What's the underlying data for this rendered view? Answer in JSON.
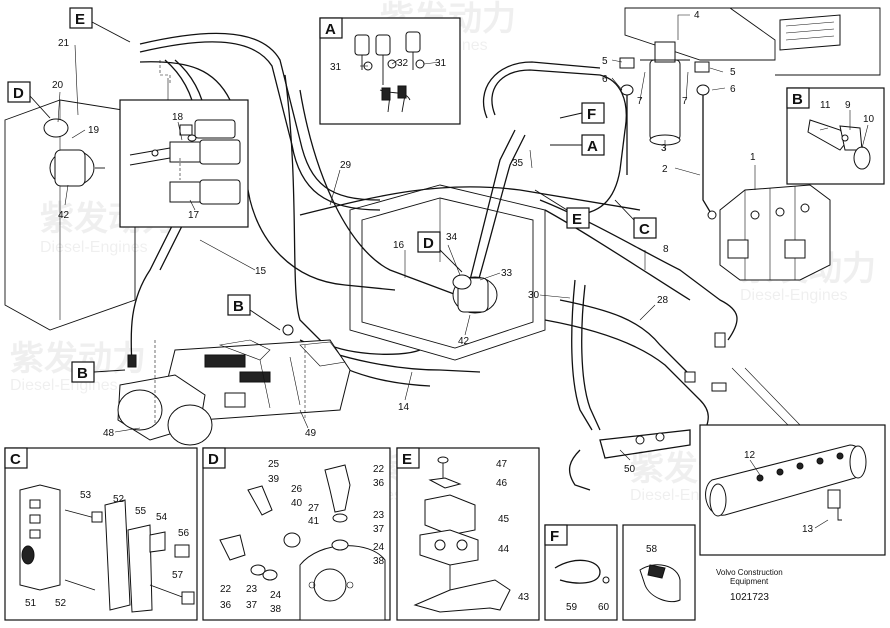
{
  "labels": {
    "l1": "1",
    "l2": "2",
    "l3": "3",
    "l4": "4",
    "l5a": "5",
    "l5b": "5",
    "l6a": "6",
    "l6b": "6",
    "l7a": "7",
    "l7b": "7",
    "l8": "8",
    "l9": "9",
    "l10": "10",
    "l11": "11",
    "l12": "12",
    "l13": "13",
    "l14": "14",
    "l15": "15",
    "l16": "16",
    "l17": "17",
    "l18": "18",
    "l19": "19",
    "l20": "20",
    "l21": "21",
    "l22a": "22",
    "l22b": "22",
    "l23a": "23",
    "l23b": "23",
    "l24a": "24",
    "l24b": "24",
    "l25": "25",
    "l26": "26",
    "l27": "27",
    "l28": "28",
    "l29": "29",
    "l30": "30",
    "l31a": "31",
    "l31b": "31",
    "l32": "32",
    "l33": "33",
    "l34": "34",
    "l35": "35",
    "l36a": "36",
    "l36b": "36",
    "l37a": "37",
    "l37b": "37",
    "l38a": "38",
    "l38b": "38",
    "l39": "39",
    "l40": "40",
    "l41": "41",
    "l42a": "42",
    "l42b": "42",
    "l43": "43",
    "l44": "44",
    "l45": "45",
    "l46": "46",
    "l47": "47",
    "l48": "48",
    "l49": "49",
    "l50": "50",
    "l51": "51",
    "l52a": "52",
    "l52b": "52",
    "l53": "53",
    "l54": "54",
    "l55": "55",
    "l56": "56",
    "l57": "57",
    "l58": "58",
    "l59": "59",
    "l60": "60"
  },
  "callouts": {
    "A_main": "A",
    "B_left": "B",
    "B_mid": "B",
    "D_left": "D",
    "D_mid": "D",
    "E_top": "E",
    "E_mid": "E",
    "F_mid": "F",
    "C_mid": "C"
  },
  "detail_boxes": {
    "A": "A",
    "B": "B",
    "C": "C",
    "D": "D",
    "E": "E",
    "F": "F"
  },
  "footer": {
    "brand_line1": "Volvo Construction",
    "brand_line2": "Equipment",
    "drawing_number": "1021723"
  },
  "watermark": {
    "cn": "紫发动力",
    "en": "Diesel-Engines"
  }
}
